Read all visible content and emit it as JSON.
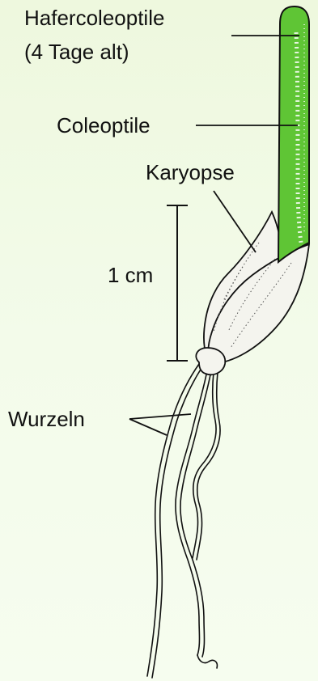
{
  "labels": {
    "hafercoleoptile_line1": "Hafercoleoptile",
    "hafercoleoptile_line2": "(4 Tage alt)",
    "coleoptile": "Coleoptile",
    "karyopse": "Karyopse",
    "scale": "1 cm",
    "wurzeln": "Wurzeln"
  },
  "colors": {
    "background": "#f1fae6",
    "coleoptile_fill": "#5fc535",
    "outline": "#111111",
    "seed_fill": "#f4f4ee",
    "stipple": "#555555"
  }
}
